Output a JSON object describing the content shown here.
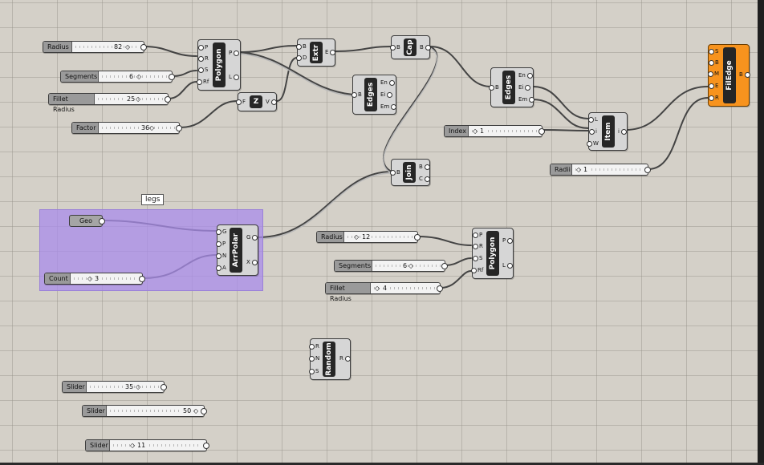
{
  "group": {
    "label": "legs"
  },
  "sliders": {
    "radius1": {
      "label": "Radius",
      "value": "82"
    },
    "segments1": {
      "label": "Segments",
      "value": "6"
    },
    "fillet1": {
      "label": "Fillet Radius",
      "value": "25"
    },
    "factor": {
      "label": "Factor",
      "value": "36"
    },
    "index": {
      "label": "Index",
      "value": "1"
    },
    "radii": {
      "label": "Radii",
      "value": "1"
    },
    "count": {
      "label": "Count",
      "value": "3"
    },
    "radius2": {
      "label": "Radius",
      "value": "12"
    },
    "segments2": {
      "label": "Segments",
      "value": "6"
    },
    "fillet2": {
      "label": "Fillet Radius",
      "value": "4"
    },
    "slider1": {
      "label": "Slider",
      "value": "35"
    },
    "slider2": {
      "label": "Slider",
      "value": "50"
    },
    "slider3": {
      "label": "Slider",
      "value": "11"
    }
  },
  "params": {
    "geo": {
      "label": "Geo"
    }
  },
  "components": {
    "polygon1": {
      "title": "Polygon",
      "inputs": [
        "P",
        "R",
        "S",
        "Rf"
      ],
      "outputs": [
        "P",
        "L"
      ]
    },
    "extr": {
      "title": "Extr",
      "inputs": [
        "B",
        "D"
      ],
      "outputs": [
        "E"
      ]
    },
    "cap": {
      "title": "Cap",
      "inputs": [
        "B"
      ],
      "outputs": [
        "B"
      ]
    },
    "z": {
      "title": "Z",
      "inputs": [
        "F"
      ],
      "outputs": [
        "V"
      ]
    },
    "edges1": {
      "title": "Edges",
      "inputs": [
        "B"
      ],
      "outputs": [
        "En",
        "Ei",
        "Em"
      ]
    },
    "edges2": {
      "title": "Edges",
      "inputs": [
        "B"
      ],
      "outputs": [
        "En",
        "Ei",
        "Em"
      ]
    },
    "item": {
      "title": "Item",
      "inputs": [
        "L",
        "i",
        "W"
      ],
      "outputs": [
        "i"
      ]
    },
    "filedge": {
      "title": "FilEdge",
      "inputs": [
        "S",
        "B",
        "M",
        "E",
        "R"
      ],
      "outputs": [
        "B"
      ]
    },
    "join": {
      "title": "Join",
      "inputs": [
        "B"
      ],
      "outputs": [
        "B",
        "C"
      ]
    },
    "arrpolar": {
      "title": "ArrPolar",
      "inputs": [
        "G",
        "P",
        "N",
        "A"
      ],
      "outputs": [
        "G",
        "X"
      ]
    },
    "polygon2": {
      "title": "Polygon",
      "inputs": [
        "P",
        "R",
        "S",
        "Rf"
      ],
      "outputs": [
        "P",
        "L"
      ]
    },
    "random": {
      "title": "Random",
      "inputs": [
        "R",
        "N",
        "S"
      ],
      "outputs": [
        "R"
      ]
    }
  },
  "colors": {
    "canvas": "#d4d0c8",
    "group": "#aa8ceb",
    "filedge": "#f7931e",
    "component_body": "#262626"
  }
}
